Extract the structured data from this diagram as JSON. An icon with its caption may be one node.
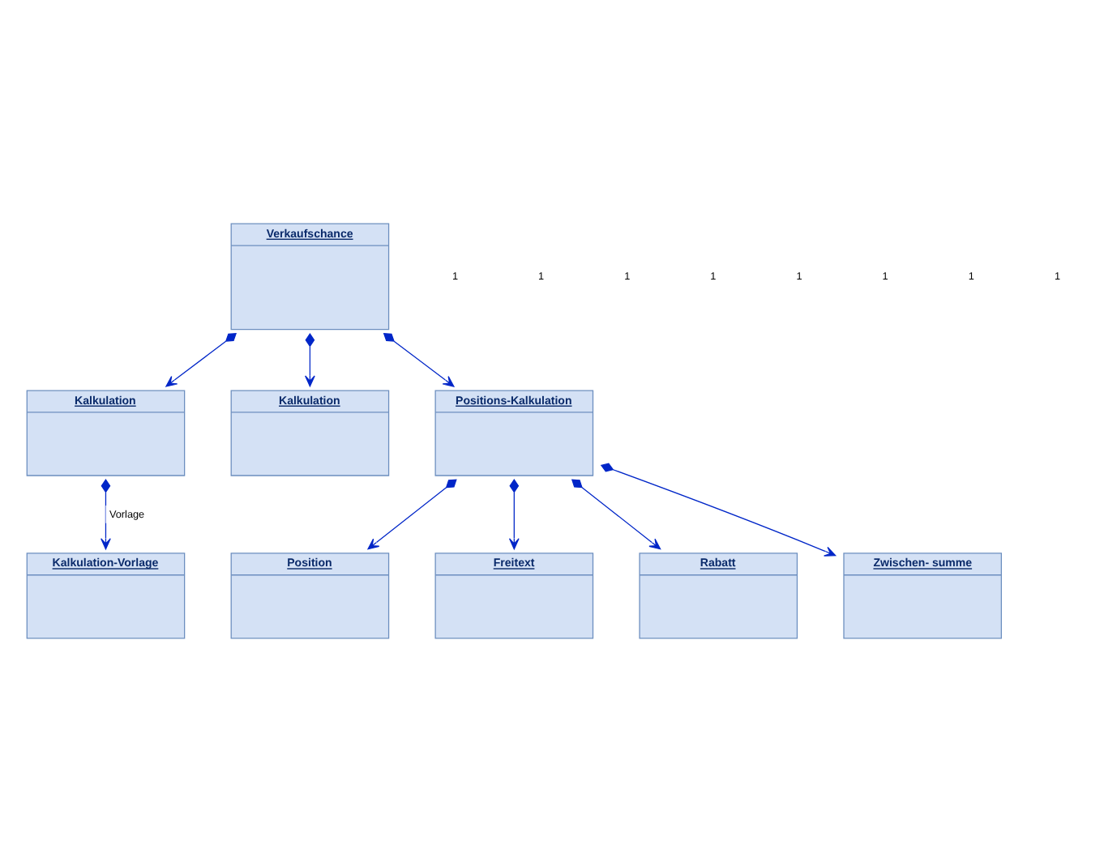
{
  "diagram": {
    "nodes": [
      {
        "text": [
          "Verkaufschance"
        ]
      },
      {
        "text": [
          "Kalkulation"
        ]
      },
      {
        "text": [
          "Kalkulation"
        ]
      },
      {
        "text": [
          "Positions-Kalkulation"
        ]
      },
      {
        "text": [
          "Kalkulation-Vorlage"
        ]
      },
      {
        "text": [
          "Position"
        ]
      },
      {
        "text": [
          "Freitext"
        ]
      },
      {
        "text": [
          "Rabatt"
        ]
      },
      {
        "text": [
          "Zwischen- summe"
        ]
      }
    ],
    "edges": [
      {
        "from": 0,
        "to": 1,
        "arrow": "to"
      },
      {
        "from": 0,
        "to": 2,
        "arrow": "to"
      },
      {
        "from": 0,
        "to": 3,
        "arrow": "to"
      },
      {
        "from": 1,
        "to": 4,
        "arrow": "to",
        "label": "Vorlage"
      },
      {
        "from": 3,
        "to": 5,
        "arrow": "to"
      },
      {
        "from": 3,
        "to": 6,
        "arrow": "to"
      },
      {
        "from": 3,
        "to": 7,
        "arrow": "to"
      },
      {
        "from": 3,
        "to": 8,
        "arrow": "to"
      }
    ],
    "labels": [
      "1",
      "1",
      "1",
      "1",
      "1",
      "1",
      "1",
      "1"
    ]
  }
}
